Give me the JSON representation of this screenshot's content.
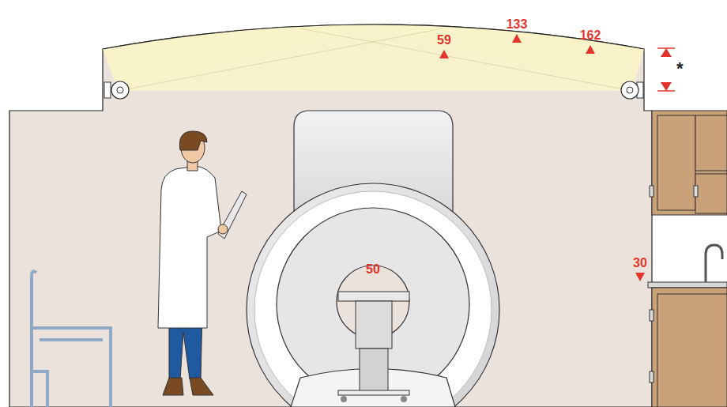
{
  "diagram": {
    "labels": [
      "59",
      "133",
      "162",
      "*",
      "50",
      "30"
    ]
  }
}
